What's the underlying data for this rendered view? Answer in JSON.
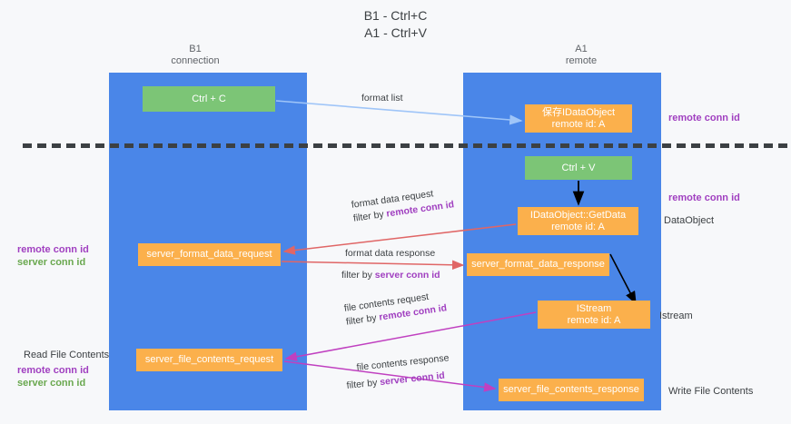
{
  "title": {
    "line1": "B1 - Ctrl+C",
    "line2": "A1 - Ctrl+V"
  },
  "columns": {
    "left": {
      "name": "B1",
      "role": "connection"
    },
    "right": {
      "name": "A1",
      "role": "remote"
    }
  },
  "nodes": {
    "ctrl_c": {
      "label": "Ctrl + C",
      "color": "#7cc576"
    },
    "save_idataobject": {
      "line1": "保存IDataObject",
      "line2": "remote id: A",
      "color": "#fbb04c"
    },
    "ctrl_v": {
      "label": "Ctrl + V",
      "color": "#7cc576"
    },
    "getdata": {
      "line1": "IDataObject::GetData",
      "line2": "remote id: A",
      "color": "#fbb04c"
    },
    "server_format_data_request": {
      "label": "server_format_data_request",
      "color": "#fbb04c"
    },
    "server_format_data_response": {
      "label": "server_format_data_response",
      "color": "#fbb04c"
    },
    "istream": {
      "line1": "IStream",
      "line2": "remote id: A",
      "color": "#fbb04c"
    },
    "server_file_contents_request": {
      "label": "server_file_contents_request",
      "color": "#fbb04c"
    },
    "server_file_contents_response": {
      "label": "server_file_contents_response",
      "color": "#fbb04c"
    }
  },
  "edges": {
    "format_list": "format list",
    "format_data_request": "format data request",
    "format_data_request_filter_prefix": "filter by ",
    "format_data_request_filter_key": "remote conn id",
    "format_data_response": "format data response",
    "format_data_response_filter_prefix": "filter by ",
    "format_data_response_filter_key": "server conn id",
    "file_contents_request": "file contents request",
    "file_contents_request_filter_prefix": "filter by ",
    "file_contents_request_filter_key": "remote conn id",
    "file_contents_response": "file contents response",
    "file_contents_response_filter_prefix": "filter by ",
    "file_contents_response_filter_key": "server conn id"
  },
  "annotations": {
    "right_remote_conn_id_top": "remote conn id",
    "right_remote_conn_id_mid": "remote conn id",
    "right_dataobject": "DataObject",
    "right_istream": "Istream",
    "right_write_file_contents": "Write File Contents",
    "left_remote_conn_id_mid": "remote conn id",
    "left_server_conn_id_mid": "server conn id",
    "left_read_file_contents": "Read File Contents",
    "left_remote_conn_id_bot": "remote conn id",
    "left_server_conn_id_bot": "server conn id"
  },
  "colors": {
    "lane": "#4a86e8",
    "node_green": "#7cc576",
    "node_orange": "#fbb04c",
    "accent_purple": "#a03fc0",
    "accent_green": "#6aa84f",
    "arrow_blue": "#9fc5f8",
    "arrow_red": "#e06666",
    "arrow_magenta": "#c040c0",
    "arrow_black": "#000000",
    "divider": "#3c4043",
    "background": "#f7f8fa"
  }
}
